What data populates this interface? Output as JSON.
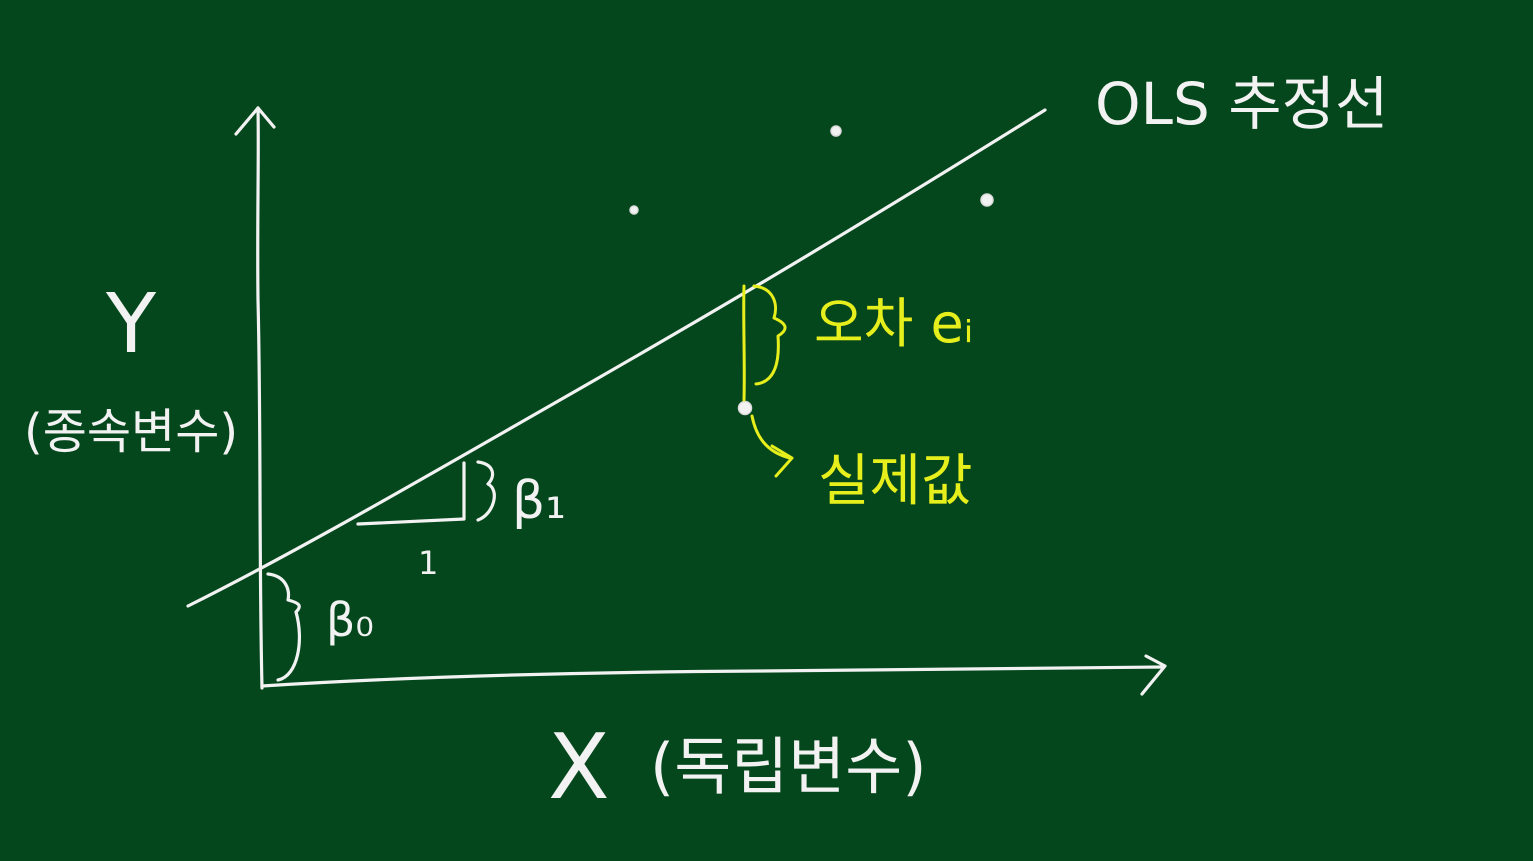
{
  "labels": {
    "fit_line": "OLS 추정선",
    "y_axis_letter": "Y",
    "y_axis_name": "(종속변수)",
    "x_axis_letter": "X",
    "x_axis_name": "(독립변수)",
    "intercept": "β₀",
    "slope": "β₁",
    "unit_step": "1",
    "residual": "오차 eᵢ",
    "actual_value": "실제값"
  },
  "colors": {
    "board": "#05471c",
    "chalk": "#f2f2f2",
    "highlight": "#e6ef1c"
  }
}
